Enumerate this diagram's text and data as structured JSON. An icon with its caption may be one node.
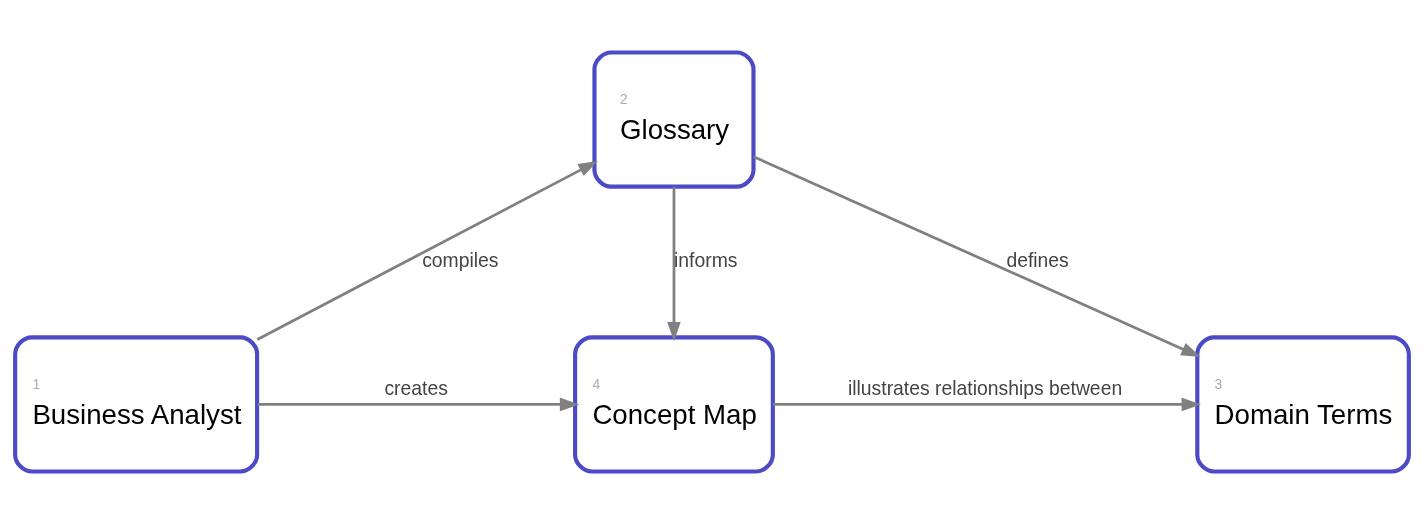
{
  "diagram": {
    "nodes": [
      {
        "text": [
          "2",
          "Glossary"
        ]
      },
      {
        "text": [
          "1",
          "Business Analyst"
        ]
      },
      {
        "text": [
          "4",
          "Concept Map"
        ]
      },
      {
        "text": [
          "3",
          "Domain Terms"
        ]
      }
    ],
    "edges": [
      {
        "from": 1,
        "to": 0,
        "arrow": "to",
        "label": "compiles"
      },
      {
        "from": 1,
        "to": 2,
        "arrow": "to",
        "label": "creates"
      },
      {
        "from": 0,
        "to": 3,
        "arrow": "to",
        "label": "defines"
      },
      {
        "from": 0,
        "to": 2,
        "arrow": "to",
        "label": "informs"
      },
      {
        "from": 2,
        "to": 3,
        "arrow": "to",
        "label": "illustrates relationships between"
      }
    ]
  }
}
